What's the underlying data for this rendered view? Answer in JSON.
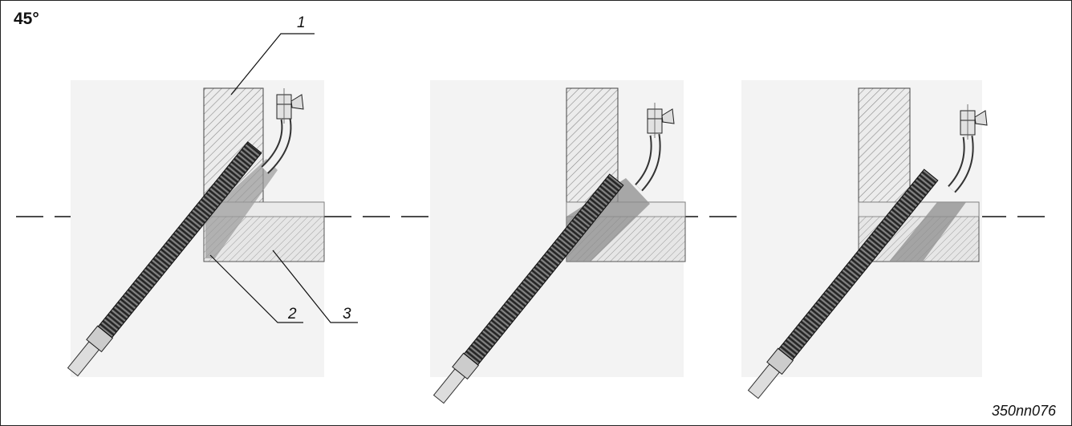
{
  "labels": {
    "angle": "45°",
    "callout_1": "1",
    "callout_2": "2",
    "callout_3": "3",
    "drawing_code": "350nn076"
  },
  "colors": {
    "line": "#111111",
    "hatch": "#7a7a7a",
    "wall_fill": "#ececec",
    "sleeve": "#8e8e8e",
    "hose": "#3a3a3a"
  }
}
